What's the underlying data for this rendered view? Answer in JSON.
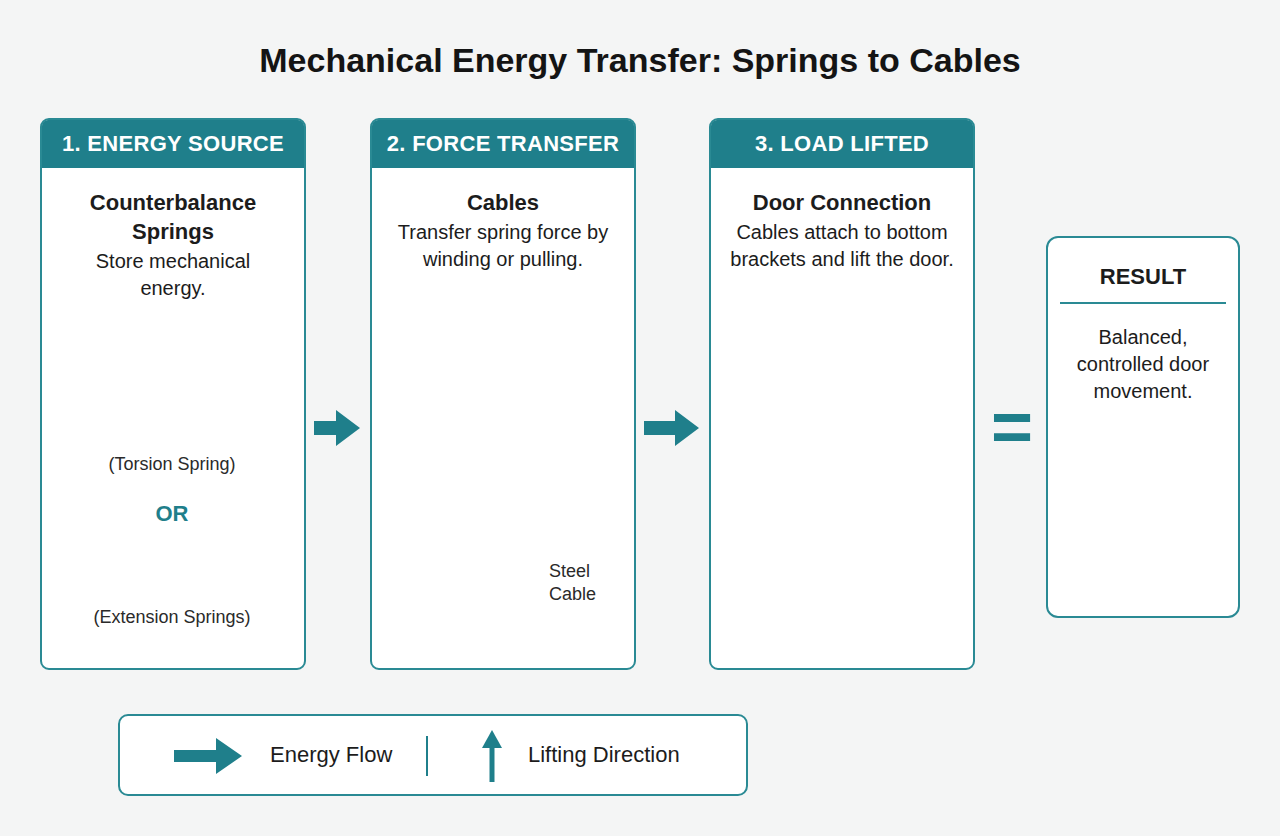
{
  "diagram": {
    "title": "Mechanical Energy Transfer: Springs to Cables",
    "nodes": [
      {
        "text": [
          "1. ENERGY SOURCE",
          "Counterbalance Springs",
          "Store mechanical energy."
        ]
      },
      {
        "text": [
          "2. FORCE TRANSFER",
          "Cables",
          "Transfer spring force by winding or pulling."
        ]
      },
      {
        "text": [
          "3. LOAD LIFTED",
          "Door Connection",
          "Cables attach to bottom brackets and lift the door."
        ]
      },
      {
        "text": [
          "RESULT",
          "Balanced, controlled door movement."
        ]
      }
    ],
    "edges": [
      {
        "from": 0,
        "to": 1,
        "arrow": "to"
      },
      {
        "from": 1,
        "to": 2,
        "arrow": "to"
      }
    ],
    "labels": [
      "(Torsion Spring)",
      "OR",
      "(Extension Springs)",
      "Steel Cable",
      "="
    ],
    "legend": [
      {
        "text": "Energy Flow"
      },
      {
        "text": "Lifting Direction"
      }
    ]
  }
}
